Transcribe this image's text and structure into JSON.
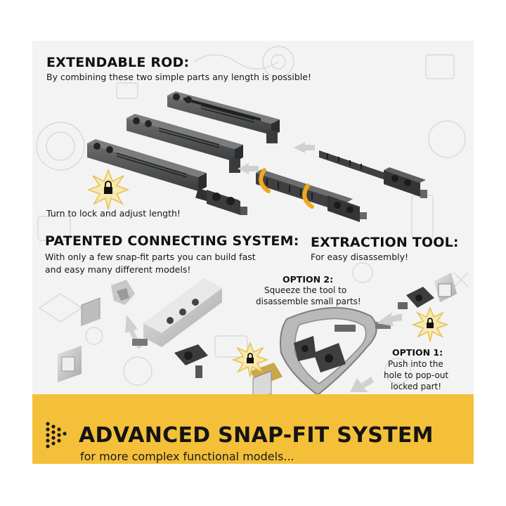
{
  "sections": {
    "extendable_rod": {
      "title": "EXTENDABLE ROD:",
      "subtitle": "By combining these two simple parts any length is possible!",
      "lock_note": "Turn to lock and adjust length!"
    },
    "connecting_system": {
      "title": "PATENTED CONNECTING SYSTEM:",
      "line1": "With only a few snap-fit parts you can build fast",
      "line2": "and easy many different models!"
    },
    "extraction_tool": {
      "title": "EXTRACTION TOOL:",
      "subtitle": "For easy disassembly!",
      "option2": {
        "label": "OPTION 2:",
        "line1": "Squeeze the tool to",
        "line2": "disassemble small parts!"
      },
      "option1": {
        "label": "OPTION 1:",
        "line1": "Push into the",
        "line2": "hole to pop-out",
        "line3": "locked part!"
      }
    }
  },
  "banner": {
    "title": "ADVANCED SNAP-FIT SYSTEM",
    "subtitle": "for more complex functional models..."
  },
  "colors": {
    "banner": "#f4c03a",
    "accent_orange": "#f2a81d",
    "part_dark": "#3f4142",
    "part_light": "#cfcfcf",
    "background": "#f3f3f3"
  },
  "icons": [
    "lock-icon",
    "starburst-icon",
    "arrow-icon",
    "dots-arrow-icon"
  ]
}
